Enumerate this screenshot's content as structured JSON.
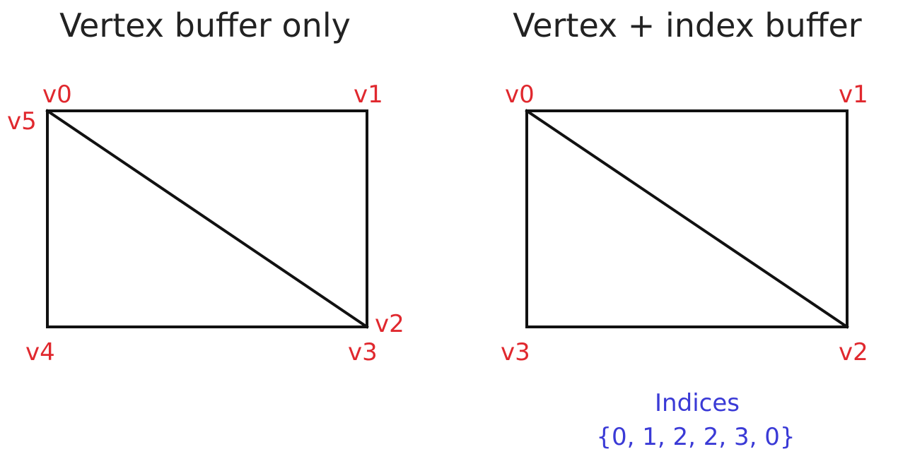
{
  "colors": {
    "stroke": "#111111",
    "vertex_label": "#e0282e",
    "indices": "#3a3ad6",
    "title": "#222222"
  },
  "panels": {
    "left": {
      "title": "Vertex buffer only",
      "vertices": {
        "v0": "v0",
        "v1": "v1",
        "v2": "v2",
        "v3": "v3",
        "v4": "v4",
        "v5": "v5"
      }
    },
    "right": {
      "title": "Vertex + index buffer",
      "vertices": {
        "v0": "v0",
        "v1": "v1",
        "v2": "v2",
        "v3": "v3"
      },
      "indices_label": "Indices",
      "indices_values": "{0, 1, 2, 2, 3, 0}"
    }
  }
}
